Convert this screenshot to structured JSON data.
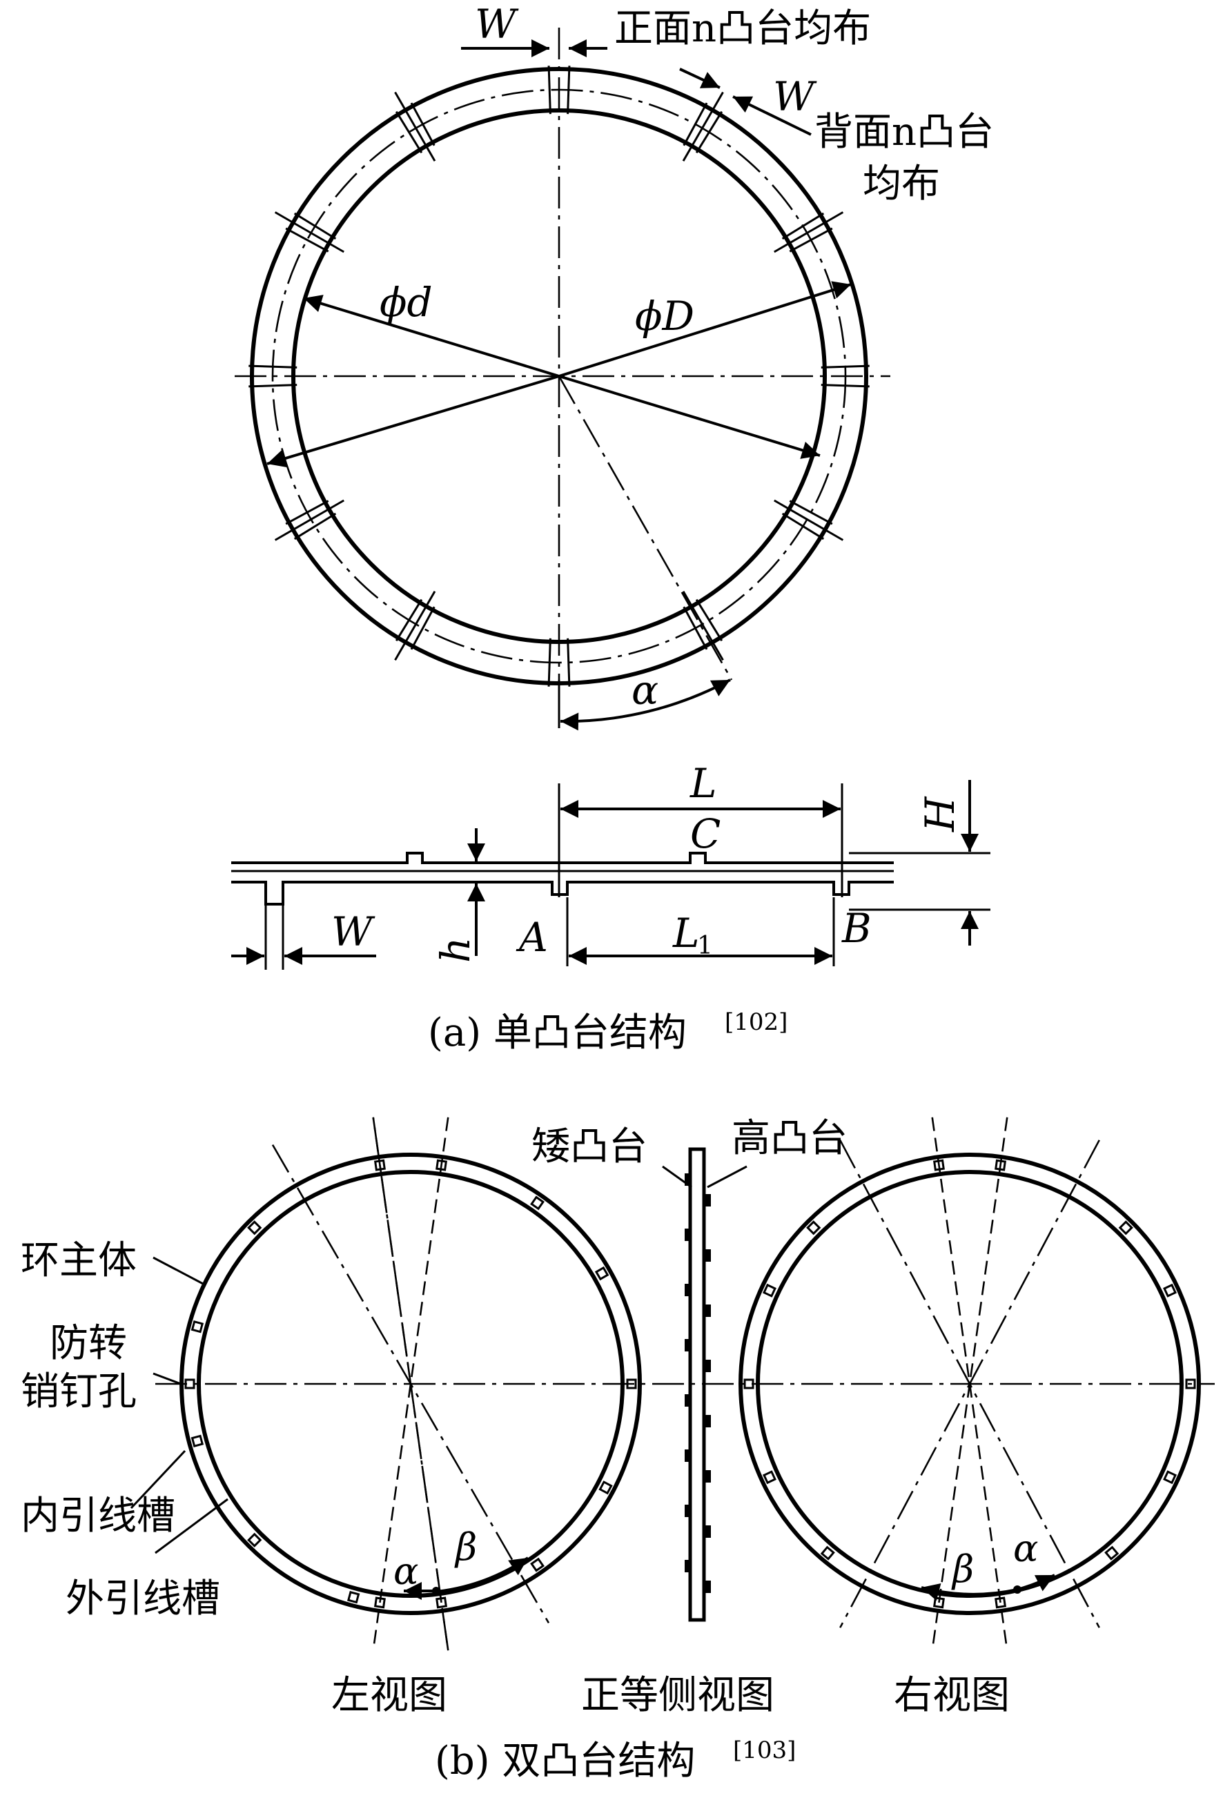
{
  "part_a": {
    "callout_front_bosses": "正面n凸台均布",
    "callout_back_bosses_line1": "背面n凸台",
    "callout_back_bosses_line2": "均布",
    "dim_W": "W",
    "dim_d": "ϕd",
    "dim_D": "ϕD",
    "dim_alpha": "α",
    "dim_L": "L",
    "dim_L1": "L",
    "dim_L1_sub": "1",
    "dim_H": "H",
    "dim_h": "h",
    "point_A": "A",
    "point_B": "B",
    "point_C": "C",
    "caption": "(a) 单凸台结构",
    "caption_ref": "[102]"
  },
  "part_b": {
    "label_ring_body": "环主体",
    "label_pin_hole_line1": "防转",
    "label_pin_hole_line2": "销钉孔",
    "label_inner_slot": "内引线槽",
    "label_outer_slot": "外引线槽",
    "label_short_boss": "矮凸台",
    "label_tall_boss": "高凸台",
    "angle_alpha": "α",
    "angle_beta": "β",
    "view_left": "左视图",
    "view_iso": "正等侧视图",
    "view_right": "右视图",
    "caption": "(b) 双凸台结构",
    "caption_ref": "[103]"
  }
}
